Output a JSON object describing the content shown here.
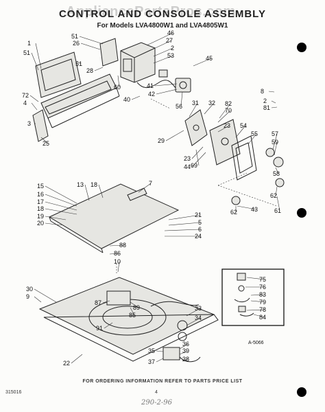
{
  "watermark": "AppliancePartsPros.com",
  "header": {
    "title": "CONTROL AND CONSOLE ASSEMBLY",
    "subtitle": "For Models LVA4800W1 and LVA4805W1"
  },
  "footer": {
    "order_note": "FOR ORDERING INFORMATION REFER TO PARTS PRICE LIST",
    "doc_number": "315016",
    "page_number": "4",
    "handwritten_stamp": "290-2-96"
  },
  "figure_code": "A-5066",
  "callouts": [
    {
      "label": "51"
    },
    {
      "label": "26"
    },
    {
      "label": "46"
    },
    {
      "label": "27"
    },
    {
      "label": "2"
    },
    {
      "label": "53"
    },
    {
      "label": "1"
    },
    {
      "label": "51"
    },
    {
      "label": "51"
    },
    {
      "label": "28"
    },
    {
      "label": "45"
    },
    {
      "label": "60"
    },
    {
      "label": "41"
    },
    {
      "label": "42"
    },
    {
      "label": "40"
    },
    {
      "label": "56"
    },
    {
      "label": "8"
    },
    {
      "label": "2"
    },
    {
      "label": "81"
    },
    {
      "label": "72"
    },
    {
      "label": "4"
    },
    {
      "label": "3"
    },
    {
      "label": "25"
    },
    {
      "label": "31"
    },
    {
      "label": "32"
    },
    {
      "label": "82"
    },
    {
      "label": "70"
    },
    {
      "label": "23"
    },
    {
      "label": "54"
    },
    {
      "label": "55"
    },
    {
      "label": "57"
    },
    {
      "label": "59"
    },
    {
      "label": "29"
    },
    {
      "label": "69"
    },
    {
      "label": "23"
    },
    {
      "label": "44"
    },
    {
      "label": "58"
    },
    {
      "label": "62"
    },
    {
      "label": "43"
    },
    {
      "label": "62"
    },
    {
      "label": "61"
    },
    {
      "label": "15"
    },
    {
      "label": "16"
    },
    {
      "label": "17"
    },
    {
      "label": "18"
    },
    {
      "label": "19"
    },
    {
      "label": "20"
    },
    {
      "label": "13"
    },
    {
      "label": "18"
    },
    {
      "label": "7"
    },
    {
      "label": "21"
    },
    {
      "label": "5"
    },
    {
      "label": "6"
    },
    {
      "label": "24"
    },
    {
      "label": "88"
    },
    {
      "label": "86"
    },
    {
      "label": "10"
    },
    {
      "label": "30"
    },
    {
      "label": "9"
    },
    {
      "label": "87"
    },
    {
      "label": "89"
    },
    {
      "label": "85"
    },
    {
      "label": "91"
    },
    {
      "label": "22"
    },
    {
      "label": "33"
    },
    {
      "label": "34"
    },
    {
      "label": "36"
    },
    {
      "label": "35"
    },
    {
      "label": "39"
    },
    {
      "label": "37"
    },
    {
      "label": "38"
    },
    {
      "label": "75"
    },
    {
      "label": "76"
    },
    {
      "label": "83"
    },
    {
      "label": "79"
    },
    {
      "label": "78"
    },
    {
      "label": "84"
    }
  ]
}
